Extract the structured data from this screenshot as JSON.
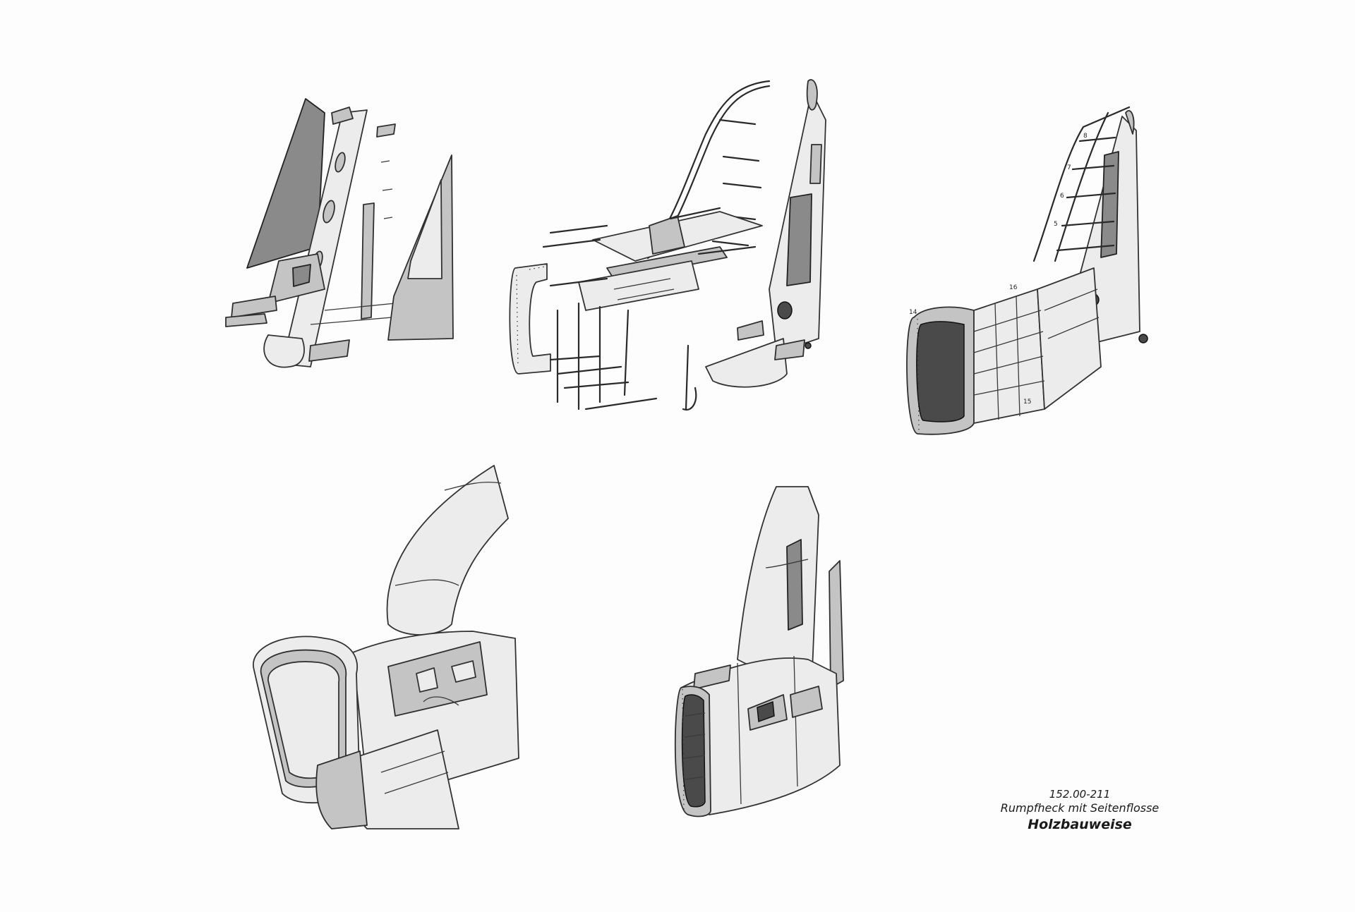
{
  "caption": {
    "code": "152.00-211",
    "title": "Rumpfheck mit Seitenflosse",
    "subtitle": "Holzbauweise"
  },
  "panels": [
    {
      "id": "exploded-fin-parts",
      "icon": "exploded-fin-drawing"
    },
    {
      "id": "exploded-tail-frame",
      "icon": "exploded-frame-drawing"
    },
    {
      "id": "assembled-tail-frame",
      "icon": "assembled-frame-drawing"
    },
    {
      "id": "fuselage-skin-shell",
      "icon": "skin-shell-drawing"
    },
    {
      "id": "completed-tail-section",
      "icon": "completed-tail-drawing"
    }
  ],
  "frame_labels": [
    "8",
    "7",
    "6",
    "5",
    "16",
    "14",
    "15"
  ]
}
